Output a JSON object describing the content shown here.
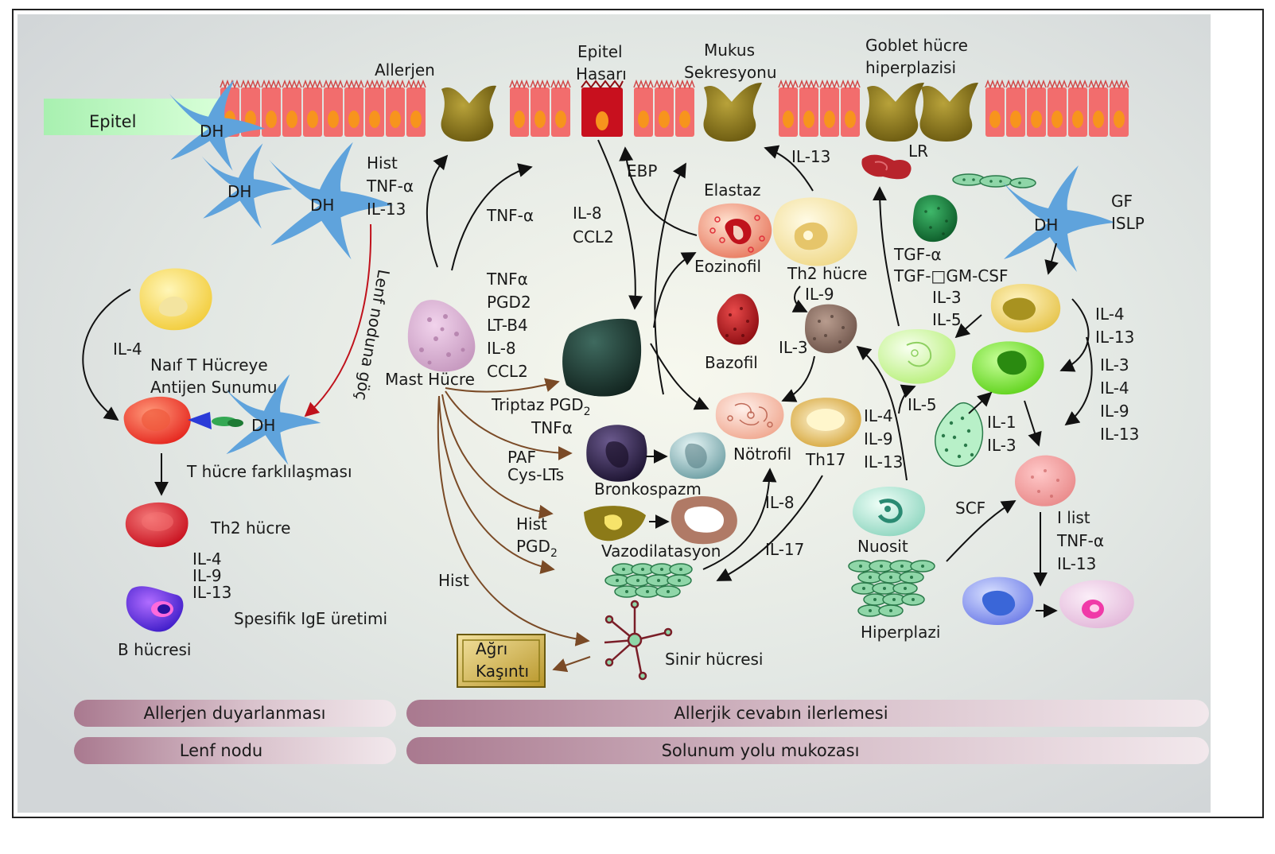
{
  "labels": {
    "epitel": "Epitel",
    "allerjen": "Allerjen",
    "epitel_hasari_1": "Epitel",
    "epitel_hasari_2": "Hasarı",
    "mukus_1": "Mukus",
    "mukus_2": "Sekresyonu",
    "goblet_1": "Goblet hücre",
    "goblet_2": "hiperplazisi",
    "dh": "DH",
    "hist_tnf_il13": [
      "Hist",
      "TNF-α",
      "IL-13"
    ],
    "lenf_goc": "Lenf noduna göç",
    "il4_left": "IL-4",
    "naif_1": "Naıf T Hücreye",
    "naif_2": "Antijen Sunumu",
    "t_farklilasma": "T hücre farklılaşması",
    "th2_left": "Th2 hücre",
    "il_list_left": [
      "IL-4",
      "IL-9",
      "IL-13"
    ],
    "spesifik_ige": "Spesifik IgE üretimi",
    "b_hucresi": "B hücresi",
    "tnf_alpha_top": "TNF-α",
    "il8_ccl2_mid": [
      "IL-8",
      "CCL2"
    ],
    "mast_hucre": "Mast Hücre",
    "mast_list": [
      "TNFα",
      "PGD2",
      "LT-B4",
      "IL-8",
      "CCL2"
    ],
    "triptaz": "Triptaz PGD",
    "triptaz_sub": "2",
    "tnfa_triptaz": "TNFα",
    "paf": "PAF",
    "cys_lts": "Cys-LTs",
    "bronkospazm": "Bronkospazm",
    "hist_pgd_1": "Hist",
    "hist_pgd_2": "PGD",
    "hist_pgd_sub": "2",
    "vazodilatasyon": "Vazodilatasyon",
    "hist_bottom": "Hist",
    "agri_1": "Ağrı",
    "agri_2": "Kaşıntı",
    "sinir": "Sinir hücresi",
    "ebp": "EBP",
    "elastaz": "Elastaz",
    "eozinofil": "Eozinofil",
    "il13_top": "IL-13",
    "th2_hucre_mid": "Th2 hücre",
    "il9_mid": "IL-9",
    "il3_mid": "IL-3",
    "bazofil": "Bazofil",
    "notrofil": "Nötrofil",
    "th17": "Th17",
    "il8_low": "IL-8",
    "il17": "IL-17",
    "il_list_mid": [
      "IL-4",
      "IL-9",
      "IL-13"
    ],
    "il5_mid": "IL-5",
    "lr": "LR",
    "tgf_a": "TGF-α",
    "tgf_gm": "TGF-□GM-CSF",
    "il3_right": "IL-3",
    "il5_right": "IL-5",
    "gf_1": "GF",
    "gf_2": "ISLP",
    "il4_il13_right": [
      "IL-4",
      "IL-13"
    ],
    "il_list_right": [
      "IL-3",
      "IL-4",
      "IL-9",
      "IL-13"
    ],
    "il1_il3": [
      "IL-1",
      "IL-3"
    ],
    "scf": "SCF",
    "i_list": [
      "I list",
      "TNF-α",
      "IL-13"
    ],
    "nuosit": "Nuosit",
    "hiperplazi": "Hiperplazi"
  },
  "bands": {
    "allerjen_duyarlanmasi": "Allerjen duyarlanması",
    "allerjik_cevap": "Allerjik cevabın ilerlemesi",
    "lenf_nodu": "Lenf nodu",
    "solunum_yolu": "Solunum yolu mukozası"
  },
  "colors": {
    "epithelium": "#f26d6d",
    "nucleus": "#f7941d",
    "goblet": "#8c7a18",
    "dendritic": "#5fa3dc",
    "arrow_black": "#111111",
    "arrow_brown": "#7a4a26",
    "arrow_red": "#c0121c",
    "band": "#b48a9c"
  }
}
